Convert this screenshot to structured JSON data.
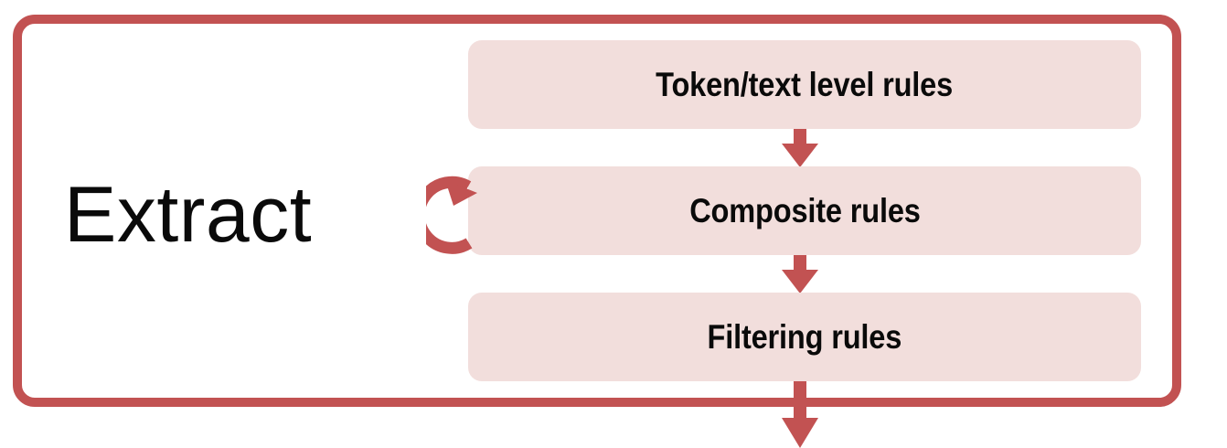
{
  "stage": {
    "label": "Extract",
    "border_color": "#C25252"
  },
  "boxes": [
    {
      "label": "Token/text level rules",
      "fill": "#F2DEDC"
    },
    {
      "label": "Composite rules",
      "fill": "#F2DEDC"
    },
    {
      "label": "Filtering rules",
      "fill": "#F2DEDC"
    }
  ],
  "connectors": [
    {
      "name": "arrow-token-to-composite",
      "color": "#C25252"
    },
    {
      "name": "arrow-composite-to-filtering",
      "color": "#C25252"
    },
    {
      "name": "arrow-filtering-to-next-stage",
      "color": "#C25252"
    }
  ],
  "loop": {
    "name": "loop-back-arrow",
    "color": "#C25252",
    "attached_to": "Composite rules"
  },
  "colors": {
    "accent_red": "#C25252",
    "box_fill": "#F2DEDC",
    "text": "#0A0A0A",
    "background": "#FFFFFF"
  }
}
